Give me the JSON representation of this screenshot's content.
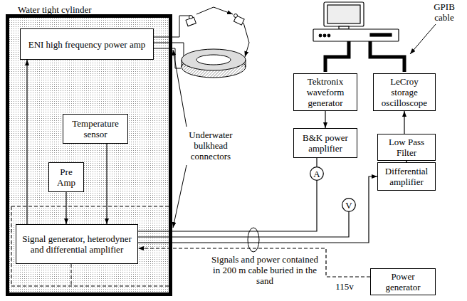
{
  "diagram": {
    "nodes": [
      {
        "text": [
          "Water tight cylinder"
        ]
      },
      {
        "text": [
          "ENI high frequency power amp"
        ],
        "in": 0
      },
      {
        "text": [
          "Temperature sensor"
        ],
        "in": 0
      },
      {
        "text": [
          "Pre Amp"
        ],
        "in": 0
      },
      {
        "text": [
          "Signal generator, heterodyner and differential amplifier"
        ],
        "in": 0
      },
      {
        "text": [
          "Tektronix waveform generator"
        ]
      },
      {
        "text": [
          "LeCroy storage oscilloscope"
        ]
      },
      {
        "text": [
          "B&K power amplifier"
        ]
      },
      {
        "text": [
          "A"
        ]
      },
      {
        "text": [
          "V"
        ]
      },
      {
        "text": [
          "Low Pass Filter"
        ]
      },
      {
        "text": [
          "Differential amplifier"
        ]
      },
      {
        "text": [
          "Power generator"
        ]
      }
    ],
    "edges": [
      {
        "from": 4,
        "to": 1,
        "arrow": "to"
      },
      {
        "from": 2,
        "to": 4,
        "arrow": "to"
      },
      {
        "from": 3,
        "to": 4,
        "arrow": "to"
      },
      {
        "from": 5,
        "to": 7,
        "arrow": "to"
      },
      {
        "from": 7,
        "to": 8,
        "arrow": "none"
      },
      {
        "from": 8,
        "to": 4,
        "arrow": "none"
      },
      {
        "from": 9,
        "to": 4,
        "arrow": "none"
      },
      {
        "from": 4,
        "to": 11,
        "arrow": "to"
      },
      {
        "from": 11,
        "to": 10,
        "arrow": "to"
      },
      {
        "from": 10,
        "to": 6,
        "arrow": "to"
      },
      {
        "from": 12,
        "to": 4,
        "arrow": "to"
      }
    ],
    "labels": [
      "GPIB cable",
      "Underwater bulkhead connectors",
      "Signals and power contained in 200 m cable buried in the sand",
      "115v"
    ]
  }
}
